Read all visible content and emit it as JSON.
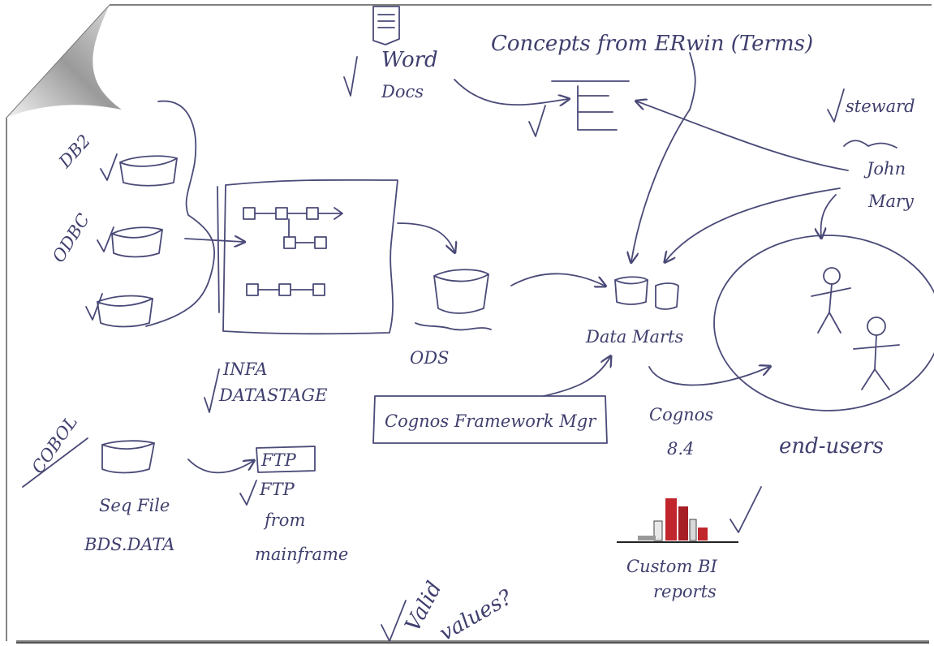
{
  "labels": {
    "word_docs_line1": "Word",
    "word_docs_line2": "Docs",
    "concepts": "Concepts from ERwin (Terms)",
    "steward": "steward",
    "john": "John",
    "mary": "Mary",
    "db2": "DB2",
    "odbc": "ODBC",
    "infa_line1": "INFA",
    "infa_line2": "DATASTAGE",
    "ods": "ODS",
    "data_marts": "Data Marts",
    "framework": "Cognos Framework Mgr",
    "cognos_line1": "Cognos",
    "cognos_line2": "8.4",
    "end_users": "end-users",
    "cobol": "COBOL",
    "seq_line1": "Seq File",
    "seq_line2": "BDS.DATA",
    "ftp_box": "FTP",
    "ftp_line1": "FTP",
    "ftp_line2": "from",
    "ftp_line3": "mainframe",
    "custom_line1": "Custom BI",
    "custom_line2": "reports",
    "valid_line1": "Valid",
    "valid_line2": "values?"
  },
  "colors": {
    "ink": "#4a4a78",
    "report_bars": "#c0262b",
    "paper": "#ffffff"
  }
}
